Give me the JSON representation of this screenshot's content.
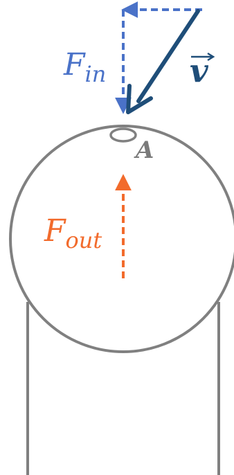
{
  "labels": {
    "f_in": {
      "main": "F",
      "sub": "in"
    },
    "velocity": "v",
    "point": "A",
    "f_out": {
      "main": "F",
      "sub": "out"
    }
  },
  "colors": {
    "outline": "#808080",
    "f_in": "#4a72c8",
    "velocity": "#1f4e79",
    "f_out": "#f26b2c",
    "point": "#7a7a7a"
  }
}
